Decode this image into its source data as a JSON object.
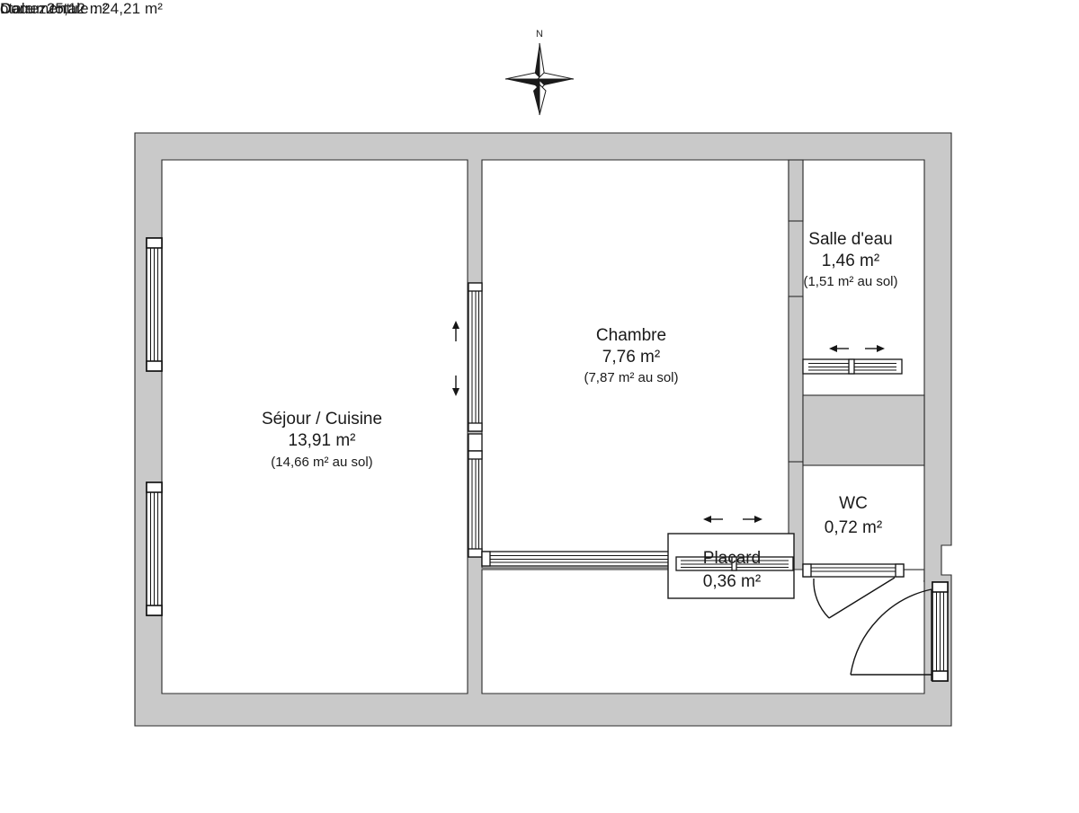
{
  "document": {
    "header_left_line1": "Carrez totale :  24,21 m²",
    "header_left_line2": "otale :  25,12 m²",
    "header_right": "Document r",
    "compass_label": "N"
  },
  "rooms": [
    {
      "key": "sejour_cuisine",
      "name": "Séjour / Cuisine",
      "area": "13,91 m²",
      "area_sol": "(14,66 m² au sol)"
    },
    {
      "key": "chambre",
      "name": "Chambre",
      "area": "7,76 m²",
      "area_sol": "(7,87 m² au sol)"
    },
    {
      "key": "salle_deau",
      "name": "Salle d'eau",
      "area": "1,46 m²",
      "area_sol": "(1,51 m² au sol)"
    },
    {
      "key": "wc",
      "name": "WC",
      "area": "0,72 m²",
      "area_sol": ""
    },
    {
      "key": "placard",
      "name": "Placard",
      "area": "0,36 m²",
      "area_sol": ""
    }
  ],
  "colors": {
    "wall_fill": "#c9c9c9",
    "wall_stroke": "#2b2b2b",
    "room_fill": "#ffffff",
    "text": "#1a1a1a",
    "background": "#ffffff"
  },
  "openings": {
    "sliding_partition_label": "sliding-glazed-partition",
    "salle_deau_door": "sliding-door",
    "placard_door": "sliding-door",
    "wc_door": "hinged-door",
    "entrance_door": "hinged-door"
  }
}
